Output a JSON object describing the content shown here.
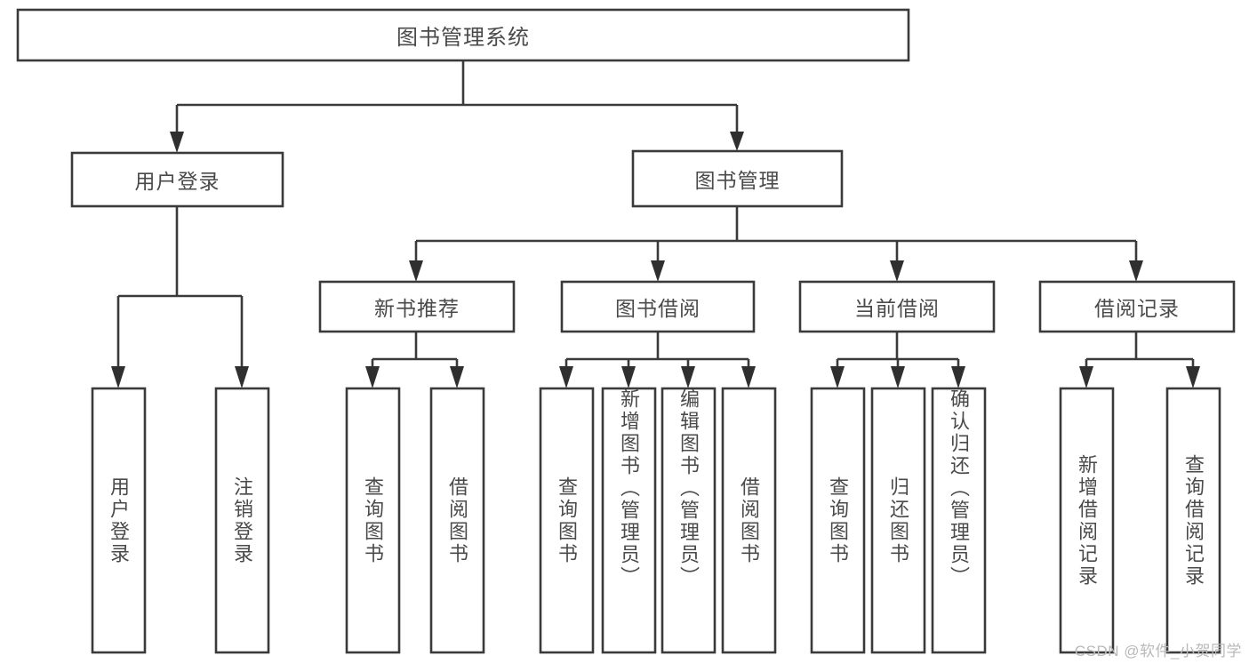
{
  "diagram": {
    "type": "tree-hierarchy-chart",
    "title": "图书管理系统",
    "orientation": "top-down",
    "levels": 4,
    "colors": {
      "box_fill": "#ffffff",
      "box_stroke": "#3a3a3a",
      "text": "#4a4a4a",
      "connector": "#3a3a3a",
      "watermark": "#b9b9b9",
      "background": "#ffffff"
    },
    "root": {
      "label": "图书管理系统"
    },
    "level1": [
      {
        "label": "用户登录"
      },
      {
        "label": "图书管理"
      }
    ],
    "level2": [
      {
        "label": "新书推荐"
      },
      {
        "label": "图书借阅"
      },
      {
        "label": "当前借阅"
      },
      {
        "label": "借阅记录"
      }
    ],
    "leaves": {
      "user_login": [
        {
          "label": "用户登录"
        },
        {
          "label": "注销登录"
        }
      ],
      "new_book_recommend": [
        {
          "label": "查询图书"
        },
        {
          "label": "借阅图书"
        }
      ],
      "book_borrow": [
        {
          "label": "查询图书"
        },
        {
          "label": "新增图书（管理员）"
        },
        {
          "label": "编辑图书（管理员）"
        },
        {
          "label": "借阅图书"
        }
      ],
      "current_borrow": [
        {
          "label": "查询图书"
        },
        {
          "label": "归还图书"
        },
        {
          "label": "确认归还（管理员）"
        }
      ],
      "borrow_record": [
        {
          "label": "新增借阅记录"
        },
        {
          "label": "查询借阅记录"
        }
      ]
    }
  },
  "watermark": {
    "text": "CSDN @软件_小贺同学"
  }
}
